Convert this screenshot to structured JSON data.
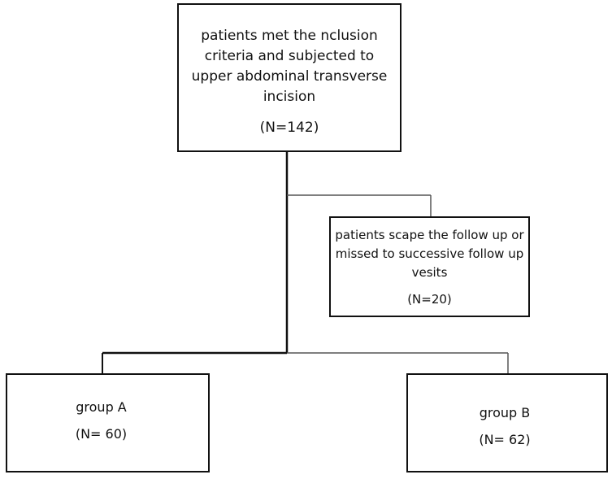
{
  "boxes": {
    "inclusion": {
      "label": "patients met the nclusion criteria and subjected to upper abdominal transverse incision",
      "count": "(N=142)"
    },
    "excluded": {
      "label": "patients scape the follow up or missed to successive follow up vesits",
      "count": "(N=20)"
    },
    "group_a": {
      "label": "group A",
      "count": "(N= 60)"
    },
    "group_b": {
      "label": "group B",
      "count": "(N= 62)"
    }
  },
  "colors": {
    "line": "#111111",
    "connector": "#555555",
    "background": "#ffffff"
  }
}
